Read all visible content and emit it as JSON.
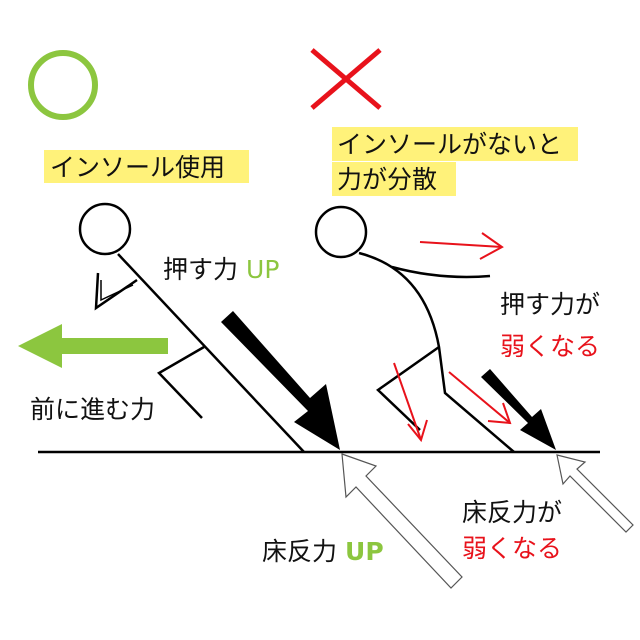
{
  "good": {
    "symbol": "circle-mark",
    "label": "インソール使用",
    "push_label": "押す力",
    "push_up": "UP",
    "forward_label": "前に進む力",
    "reaction_label": "床反力",
    "reaction_up": "UP"
  },
  "bad": {
    "symbol": "cross-mark",
    "label_line1": "インソールがないと",
    "label_line2": "力が分散",
    "push_label": "押す力が",
    "push_weak": "弱くなる",
    "reaction_label": "床反力が",
    "reaction_weak": "弱くなる"
  },
  "colors": {
    "green": "#8cc63f",
    "red": "#e8121b",
    "highlight": "#fff27a",
    "black": "#000000"
  }
}
